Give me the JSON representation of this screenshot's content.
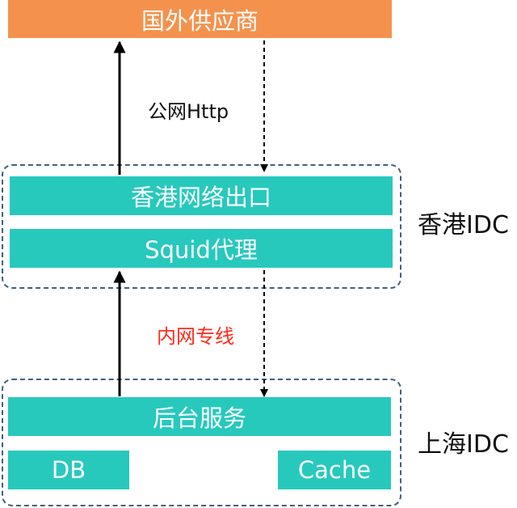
{
  "supplier": {
    "label": "国外供应商"
  },
  "links": {
    "public": "公网Http",
    "private": "内网专线"
  },
  "hongkong_idc": {
    "name": "香港IDC",
    "exit": "香港网络出口",
    "squid": "Squid代理"
  },
  "shanghai_idc": {
    "name": "上海IDC",
    "backend": "后台服务",
    "db": "DB",
    "cache": "Cache"
  },
  "colors": {
    "supplier": "#f4924d",
    "node": "#27c9bd",
    "zone_border": "#3f6280",
    "private_label": "#ff2a1a"
  }
}
